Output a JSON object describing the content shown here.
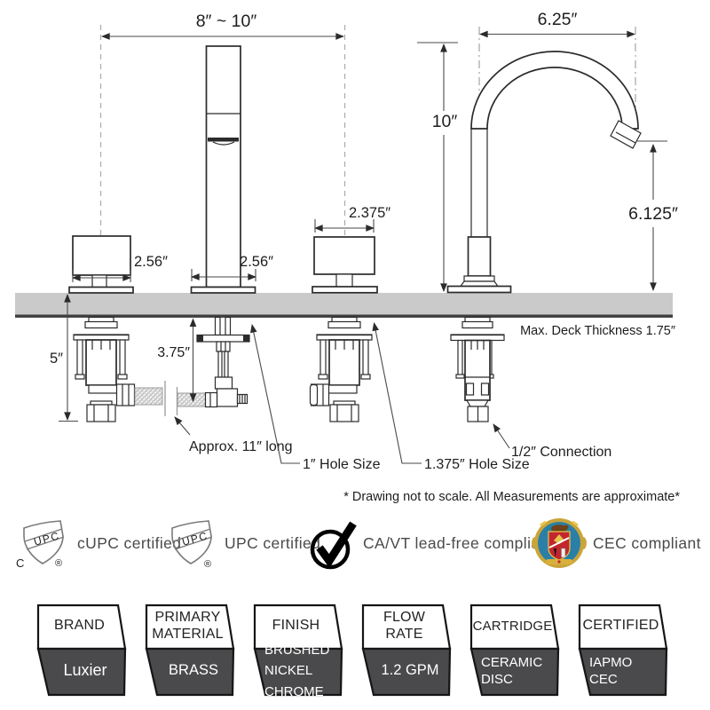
{
  "diagram": {
    "dims": {
      "spread": "8″ ~ 10″",
      "spout_reach": "6.25″",
      "spout_height": "10″",
      "spout_clearance": "6.125″",
      "handle_left_width": "2.56″",
      "spout_base_width": "2.56″",
      "handle_right_width": "2.375″",
      "below_deck_height": "5″",
      "supply_drop": "3.75″",
      "deck_note": "Max. Deck Thickness 1.75″",
      "hose_length": "Approx. 11″ long",
      "hole_small": "1″ Hole Size",
      "hole_large": "1.375″ Hole Size",
      "connection": "1/2″ Connection"
    },
    "note": "* Drawing not to scale. All Measurements are approximate*"
  },
  "certifications": [
    {
      "icon": "cupc-shield-icon",
      "shield_text": "UPC",
      "prefix": "C",
      "registered": "®",
      "label": "cUPC certified"
    },
    {
      "icon": "upc-shield-icon",
      "shield_text": "UPC",
      "registered": "®",
      "label": "UPC certified"
    },
    {
      "icon": "checkmark-icon",
      "label": "CA/VT lead-free compliant"
    },
    {
      "icon": "cec-seal-icon",
      "label": "CEC compliant"
    }
  ],
  "badges": [
    {
      "title": "BRAND",
      "value": "Luxier"
    },
    {
      "title": "PRIMARY\nMATERIAL",
      "value": "BRASS"
    },
    {
      "title": "FINISH",
      "value": "BRUSHED NICKEL\nCHROME"
    },
    {
      "title": "FLOW\nRATE",
      "value": "1.2 GPM"
    },
    {
      "title": "CARTRIDGE",
      "value": "CERAMIC\nDISC"
    },
    {
      "title": "CERTIFIED",
      "value": "IAPMO\nCEC"
    }
  ],
  "colors": {
    "line": "#2b2b2b",
    "dimension": "#4a4a4a",
    "deck": "#cacaca",
    "deck_edge": "#3f3f3f",
    "badge_dark": "#4a4a4c",
    "seal_teal": "#2a7fa6",
    "seal_gold": "#c9a53a",
    "seal_red": "#c1272d"
  }
}
